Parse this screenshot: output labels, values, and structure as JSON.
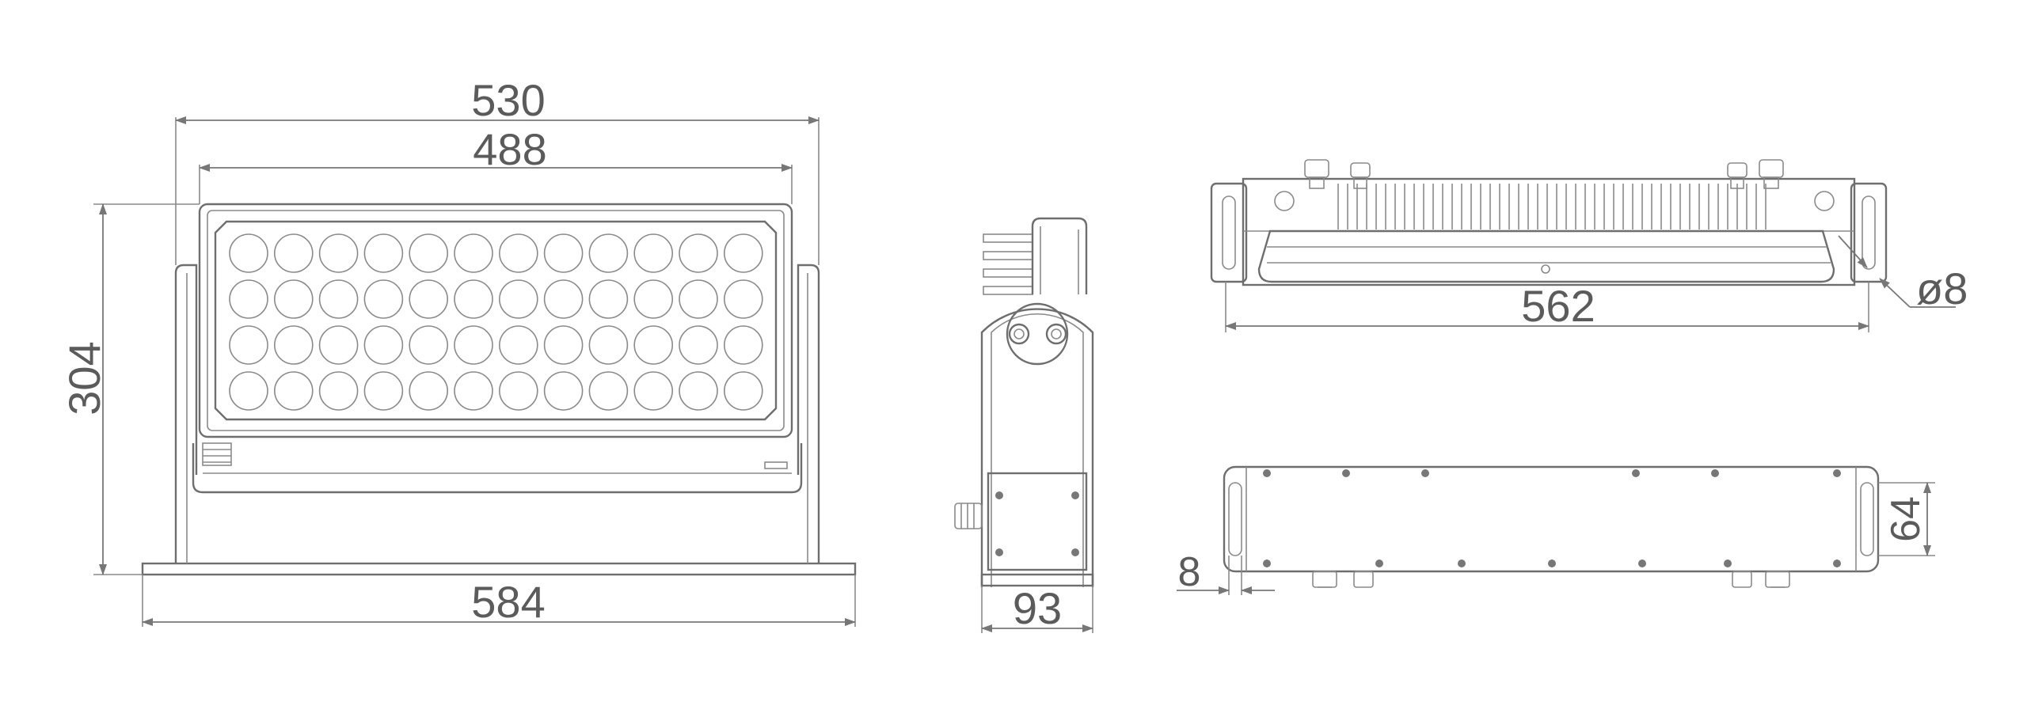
{
  "dimensions": {
    "front_outer_width": "530",
    "front_inner_width": "488",
    "front_height": "304",
    "base_width": "584",
    "side_depth": "93",
    "top_length": "562",
    "hole_diameter": "ø8",
    "rear_height": "64",
    "slot_offset": "8"
  },
  "colors": {
    "line": "#6e6e6e",
    "text": "#5b5b5b",
    "background": "#ffffff"
  },
  "led_grid": {
    "rows": 4,
    "columns": 12
  }
}
